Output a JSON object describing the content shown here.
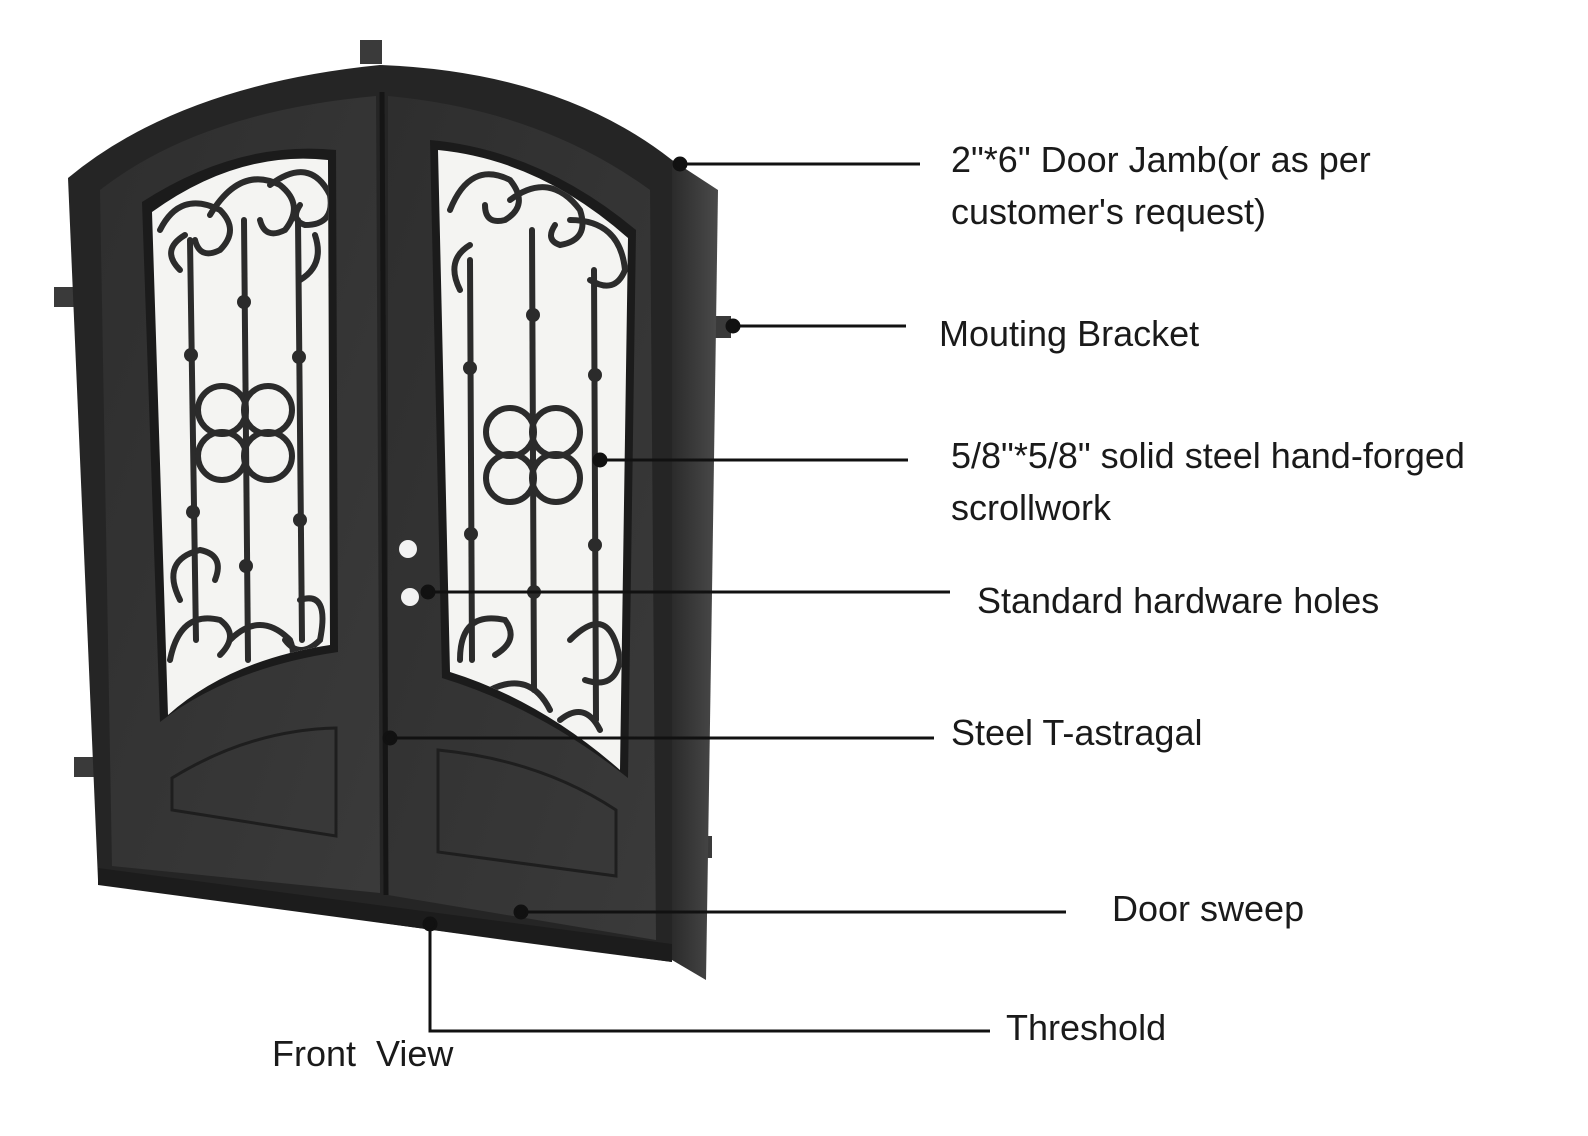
{
  "diagram": {
    "view_caption": "Front  View",
    "colors": {
      "door_dark": "#2a2a2a",
      "door_mid": "#333333",
      "frame_side": "#3d3d3d",
      "glass": "#f4f4f2",
      "leader": "#111111"
    },
    "callouts": {
      "door_jamb": {
        "line1": "2\"*6\" Door Jamb(or as per",
        "line2": "customer's request)"
      },
      "mounting_bracket": {
        "text": "Mouting Bracket"
      },
      "scrollwork": {
        "line1": "5/8\"*5/8\" solid steel hand-forged",
        "line2": "scrollwork"
      },
      "hardware_holes": {
        "text": "Standard hardware holes"
      },
      "t_astragal": {
        "text": "Steel T-astragal"
      },
      "door_sweep": {
        "text": "Door sweep"
      },
      "threshold": {
        "text": "Threshold"
      }
    }
  }
}
